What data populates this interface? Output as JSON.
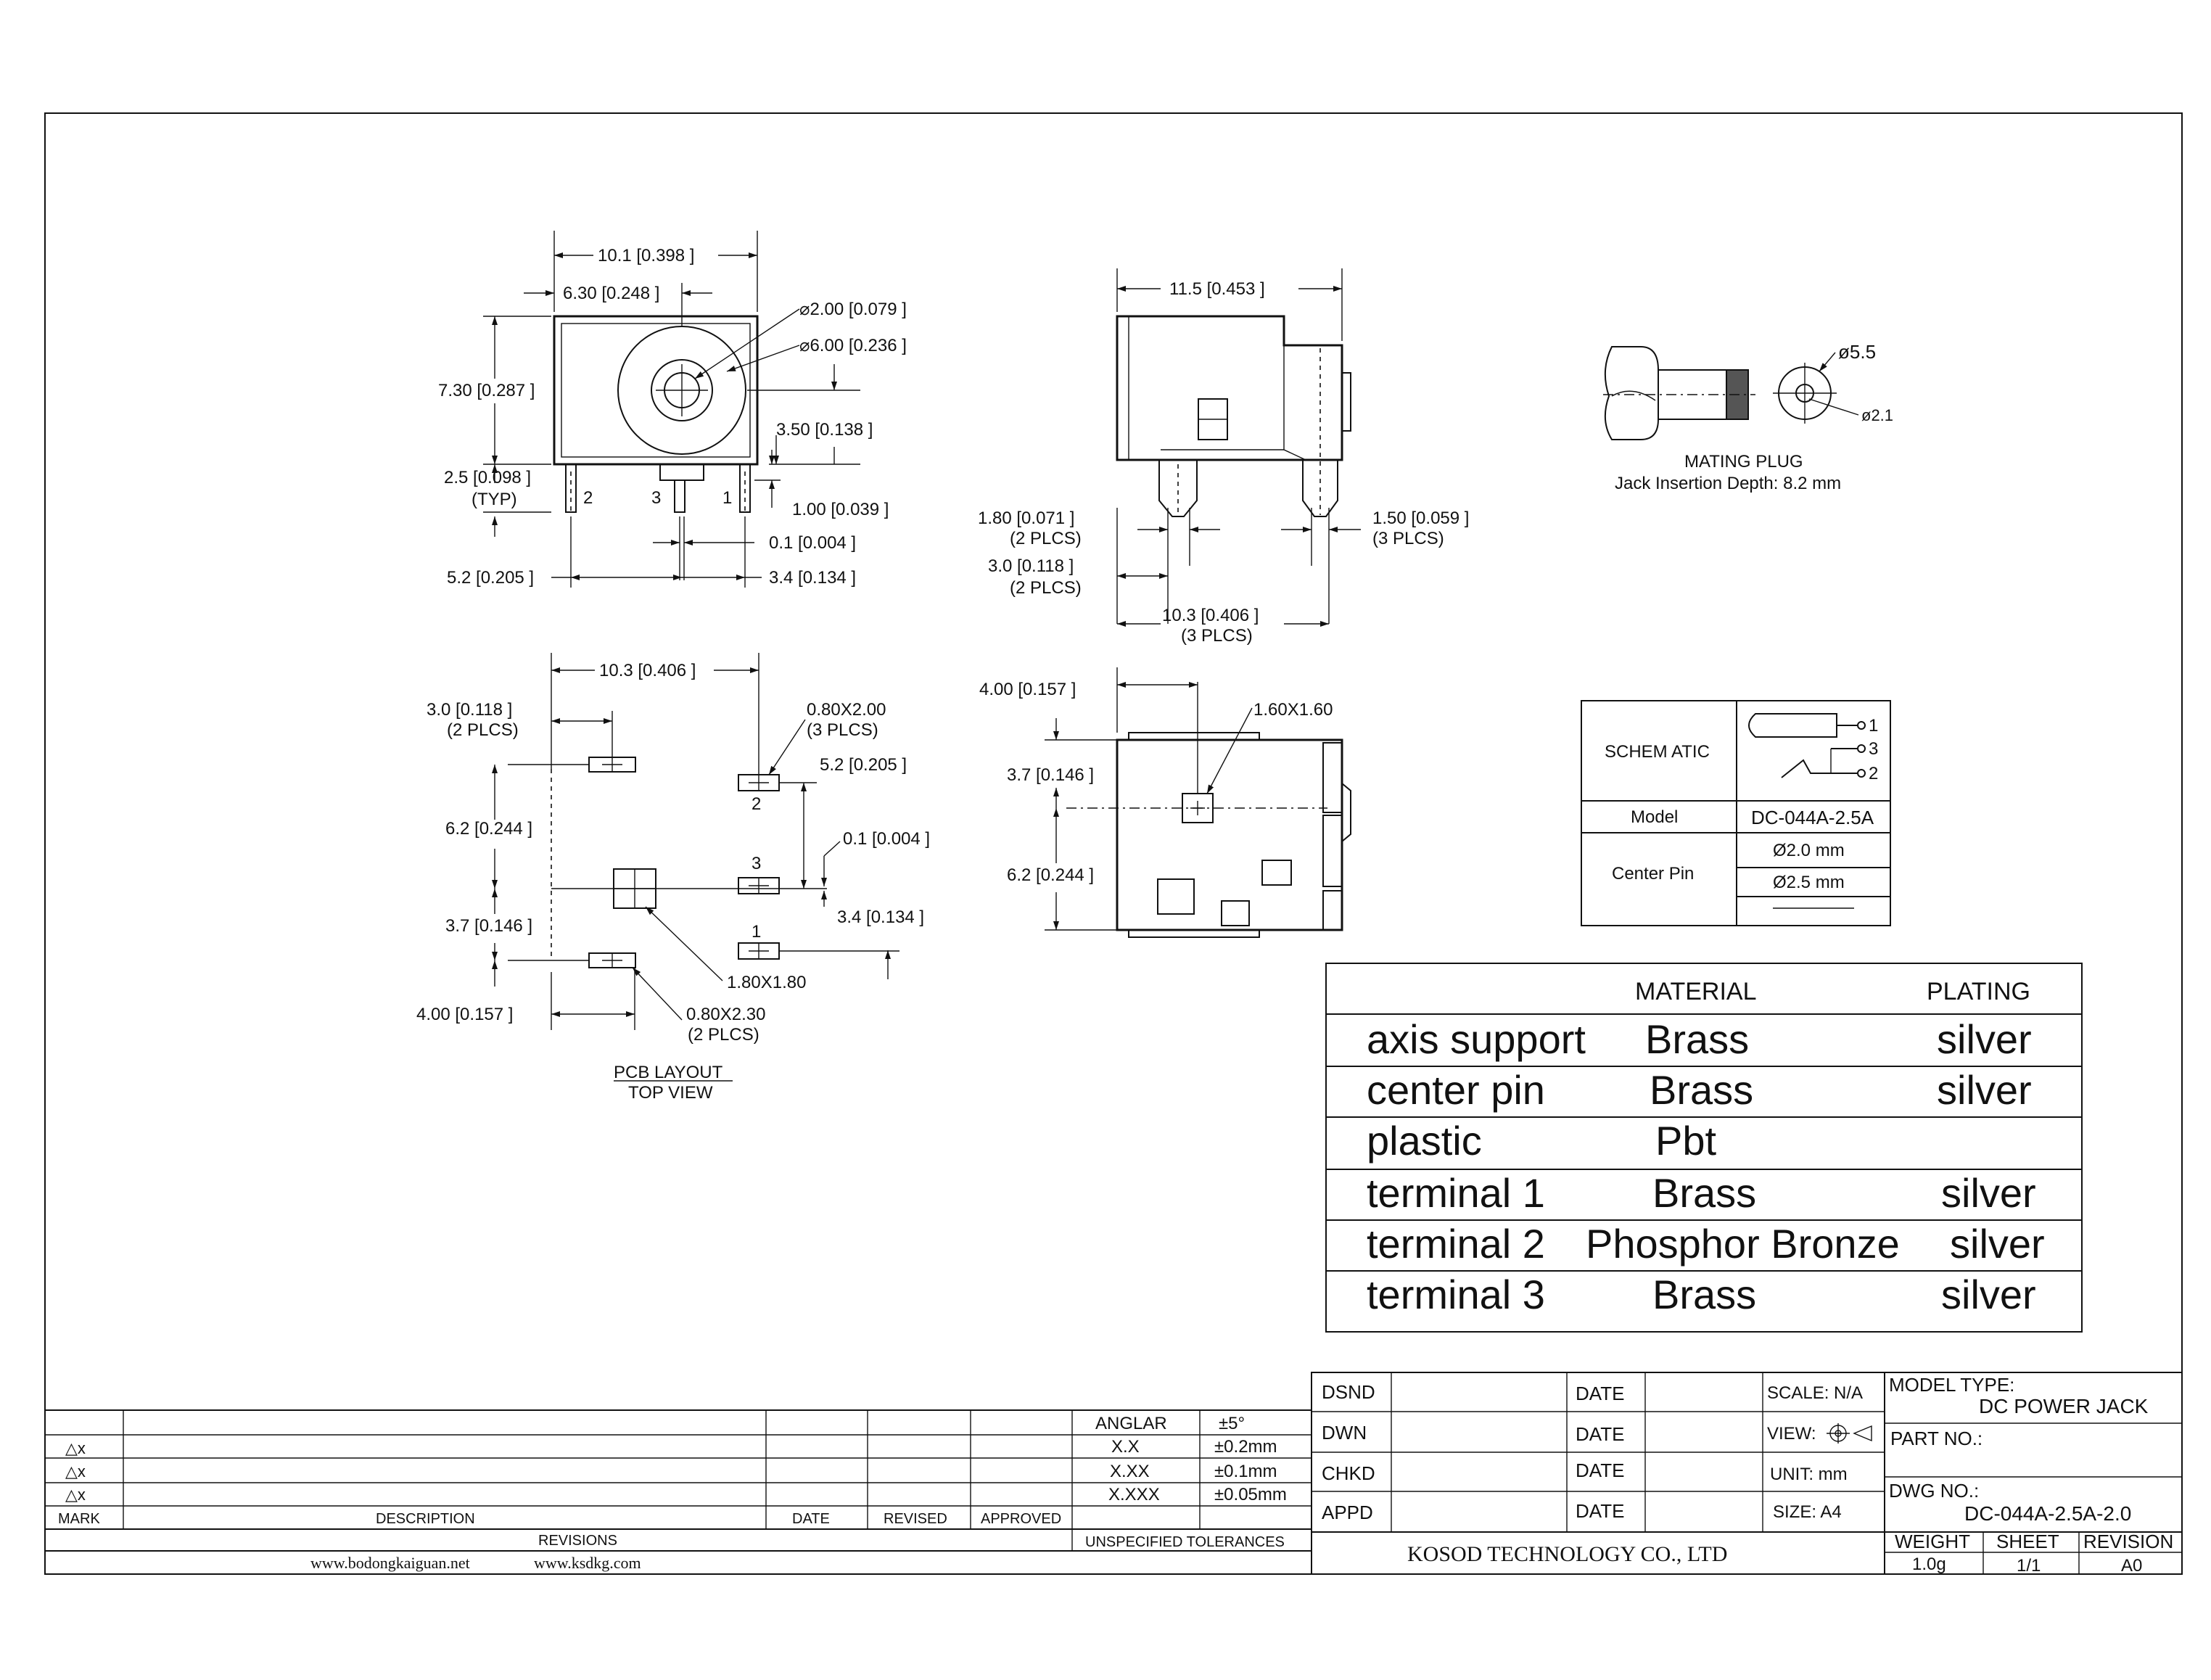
{
  "front_view": {
    "dim_width": "10.1 [0.398 ]",
    "dim_offset": "6.30 [0.248 ]",
    "dim_hole_small": "⌀2.00 [0.079 ]",
    "dim_hole_large": "⌀6.00 [0.236 ]",
    "dim_height": "7.30 [0.287 ]",
    "dim_center_drop": "3.50 [0.138 ]",
    "dim_pin_len": "2.5 [0.098 ]",
    "dim_pin_len_note": "(TYP)",
    "dim_tab": "1.00 [0.039 ]",
    "dim_gap": "0.1 [0.004 ]",
    "dim_left": "5.2 [0.205 ]",
    "dim_right": "3.4 [0.134 ]",
    "pin_labels": [
      "2",
      "3",
      "1"
    ]
  },
  "side_view": {
    "dim_length": "11.5 [0.453 ]",
    "dim_pin_w": "1.80 [0.071 ]",
    "dim_pin_w_note": "(2 PLCS)",
    "dim_pin_off": "3.0 [0.118 ]",
    "dim_pin_off_note": "(2 PLCS)",
    "dim_pin_r": "1.50 [0.059 ]",
    "dim_pin_r_note": "(3 PLCS)",
    "dim_span": "10.3 [0.406 ]",
    "dim_span_note": "(3 PLCS)"
  },
  "bottom_view": {
    "dim_edge": "4.00 [0.157 ]",
    "dim_pad": "1.60X1.60",
    "dim_upper": "3.7 [0.146 ]",
    "dim_lower": "6.2 [0.244 ]"
  },
  "pcb_layout": {
    "dim_span": "10.3 [0.406 ]",
    "dim_pin_off": "3.0 [0.118 ]",
    "dim_pin_off_note": "(2 PLCS)",
    "dim_slot": "0.80X2.00",
    "dim_slot_note": "(3 PLCS)",
    "dim_slot_h": "5.2 [0.205 ]",
    "dim_upper": "6.2 [0.244 ]",
    "dim_gap": "0.1 [0.004 ]",
    "dim_lower": "3.7 [0.146 ]",
    "dim_right": "3.4 [0.134 ]",
    "dim_edge": "4.00 [0.157 ]",
    "dim_pad": "1.80X1.80",
    "dim_slot2": "0.80X2.30",
    "dim_slot2_note": "(2 PLCS)",
    "pin_labels": [
      "2",
      "3",
      "1"
    ],
    "title": "PCB LAYOUT",
    "subtitle": "TOP VIEW"
  },
  "mating_plug": {
    "dim_outer": "ø5.5",
    "dim_inner": "ø2.1",
    "title": "MATING PLUG",
    "note": "Jack Insertion Depth: 8.2 mm"
  },
  "schematic_table": {
    "schematic_label": "SCHEM ATIC",
    "pin_labels": [
      "1",
      "3",
      "2"
    ],
    "model_label": "Model",
    "model_value": "DC-044A-2.5A",
    "center_pin_label": "Center Pin",
    "center_pin_values": [
      "Ø2.0 mm",
      "Ø2.5 mm"
    ]
  },
  "material_table": {
    "header_material": "MATERIAL",
    "header_plating": "PLATING",
    "rows": [
      {
        "part": "axis support",
        "material": "Brass",
        "plating": "silver"
      },
      {
        "part": "center pin",
        "material": "Brass",
        "plating": "silver"
      },
      {
        "part": "plastic",
        "material": "Pbt",
        "plating": ""
      },
      {
        "part": "terminal 1",
        "material": "Brass",
        "plating": "silver"
      },
      {
        "part": "terminal 2",
        "material": "Phosphor Bronze",
        "plating": "silver"
      },
      {
        "part": "terminal 3",
        "material": "Brass",
        "plating": "silver"
      }
    ]
  },
  "revisions_block": {
    "mark_symbols": [
      "△x",
      "△x",
      "△x"
    ],
    "col_mark": "MARK",
    "col_description": "DESCRIPTION",
    "col_date": "DATE",
    "col_revised": "REVISED",
    "col_approved": "APPROVED",
    "footer_revisions": "REVISIONS",
    "footer_tolerances": "UNSPECIFIED TOLERANCES",
    "website1": "www.bodongkaiguan.net",
    "website2": "www.ksdkg.com",
    "tolerances": [
      {
        "label": "ANGLAR",
        "value": "±5°"
      },
      {
        "label": "X.X",
        "value": "±0.2mm"
      },
      {
        "label": "X.XX",
        "value": "±0.1mm"
      },
      {
        "label": "X.XXX",
        "value": "±0.05mm"
      }
    ]
  },
  "title_block": {
    "signoffs": [
      "DSND",
      "DWN",
      "CHKD",
      "APPD"
    ],
    "date_label": "DATE",
    "scale": "SCALE: N/A",
    "view": "VIEW:",
    "unit": "UNIT: mm",
    "size": "SIZE: A4",
    "model_type_label": "MODEL TYPE:",
    "model_type_value": "DC POWER JACK",
    "part_no_label": "PART NO.:",
    "dwg_no_label": "DWG NO.:",
    "dwg_no_value": "DC-044A-2.5A-2.0",
    "company": "KOSOD TECHNOLOGY CO., LTD",
    "weight_label": "WEIGHT",
    "weight_value": "1.0g",
    "sheet_label": "SHEET",
    "sheet_value": "1/1",
    "revision_label": "REVISION",
    "revision_value": "A0"
  }
}
